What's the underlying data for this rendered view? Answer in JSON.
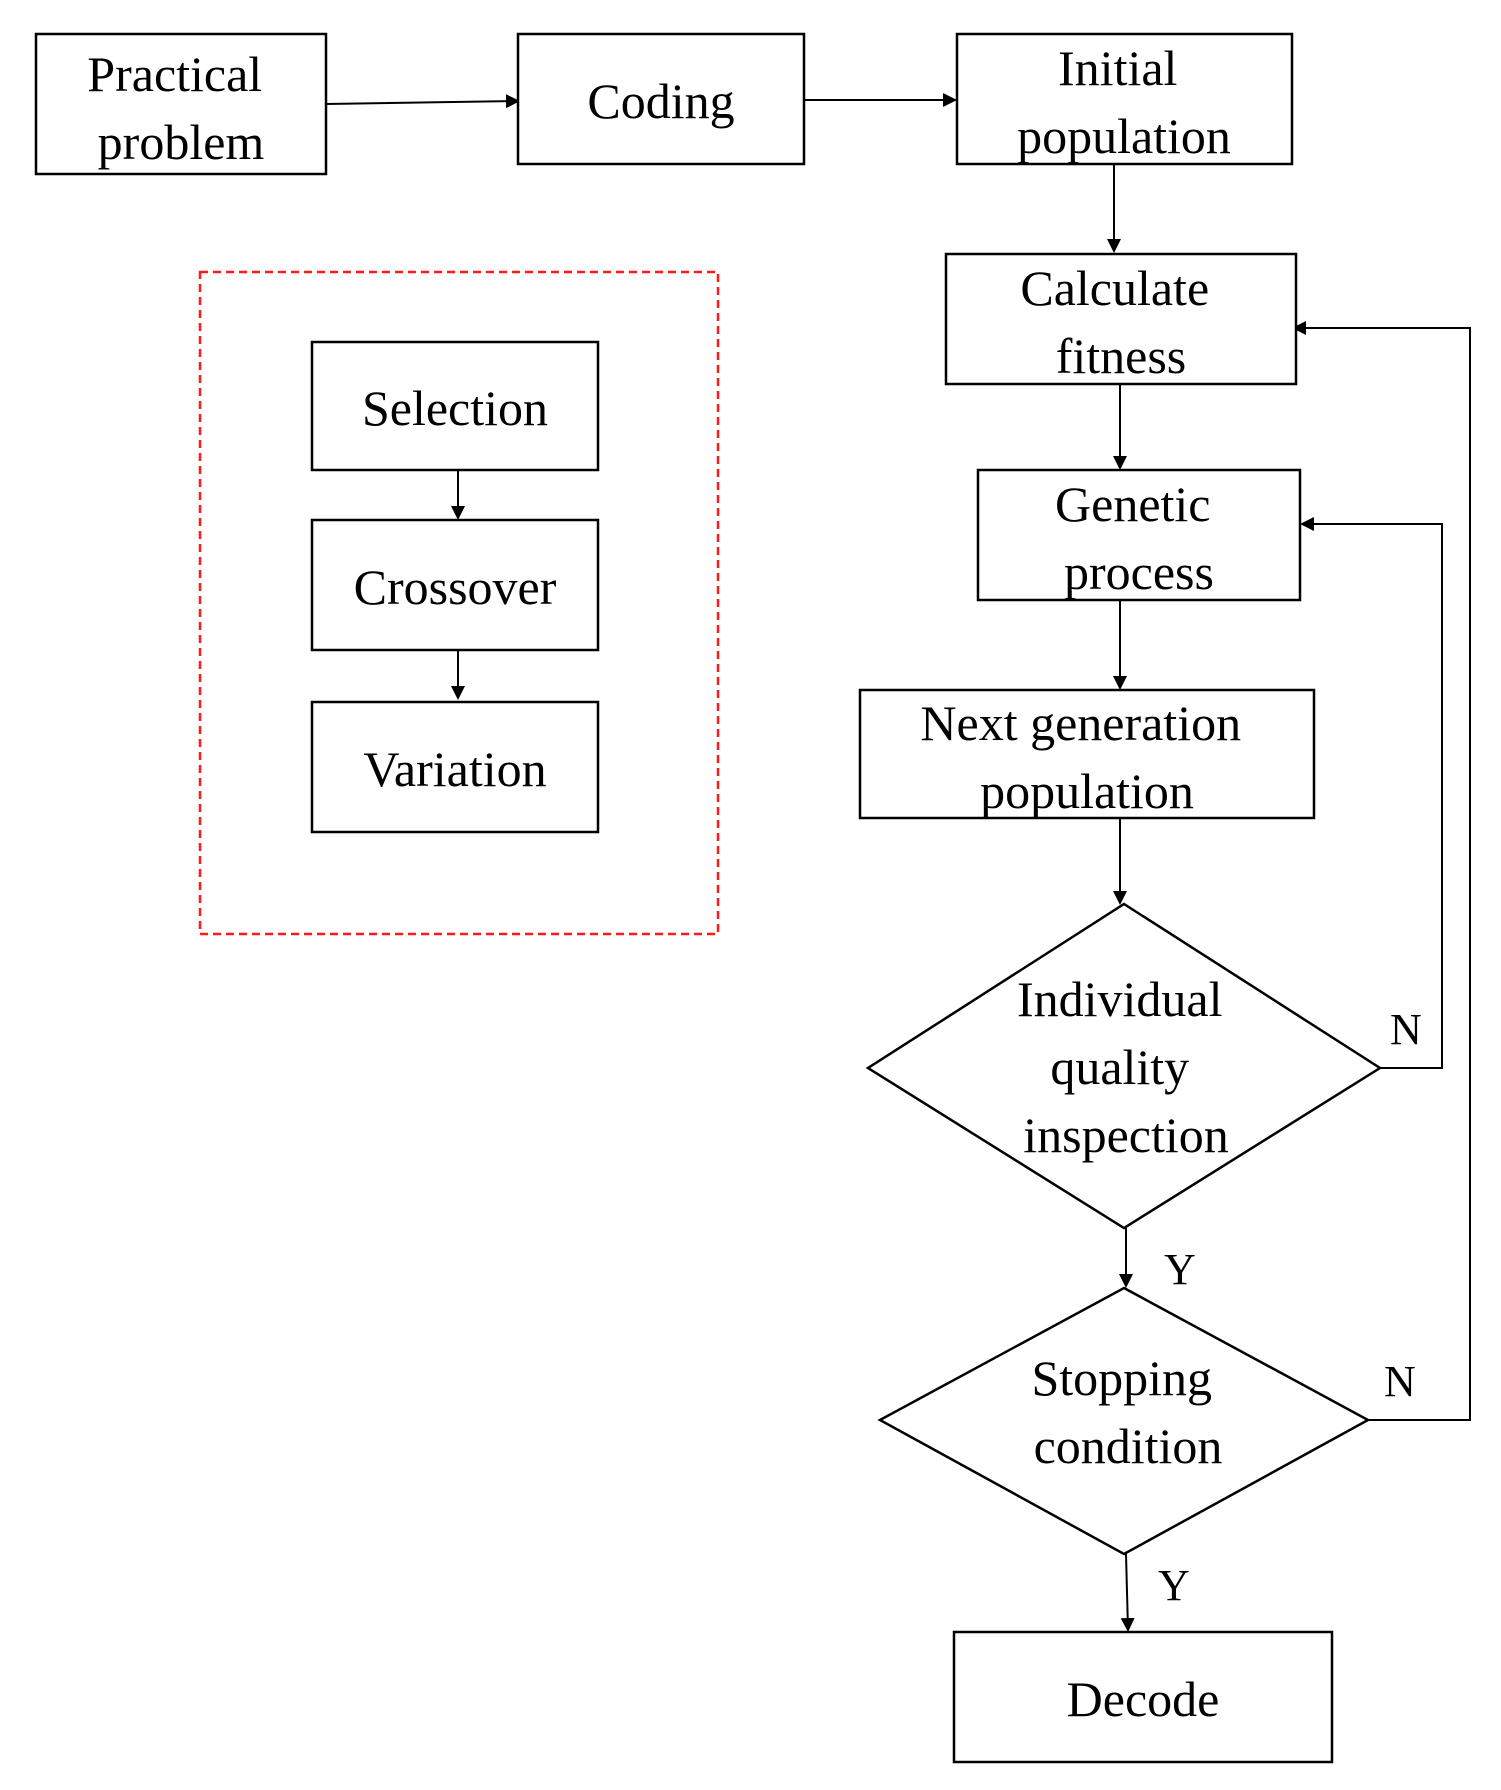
{
  "nodes": {
    "practical": [
      "Practical",
      "problem"
    ],
    "coding": [
      "Coding"
    ],
    "initial": [
      "Initial",
      "population"
    ],
    "fitness": [
      "Calculate",
      "fitness"
    ],
    "genetic": [
      "Genetic",
      "process"
    ],
    "nextgen": [
      "Next generation",
      "population"
    ],
    "quality": [
      "Individual",
      "quality",
      "inspection"
    ],
    "stopping": [
      "Stopping",
      "condition"
    ],
    "decode": [
      "Decode"
    ],
    "selection": [
      "Selection"
    ],
    "crossover": [
      "Crossover"
    ],
    "variation": [
      "Variation"
    ]
  },
  "edge_labels": {
    "quality_no": "N",
    "quality_yes": "Y",
    "stopping_no": "N",
    "stopping_yes": "Y"
  },
  "colors": {
    "stroke": "#000000",
    "group_border": "#ff1a1a"
  }
}
